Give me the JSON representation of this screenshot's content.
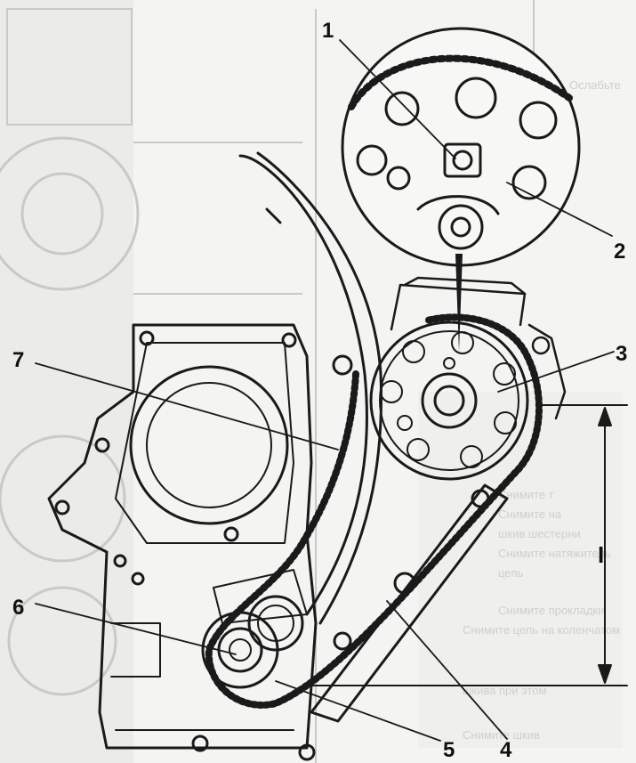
{
  "callouts": [
    {
      "id": "1",
      "text": "1"
    },
    {
      "id": "2",
      "text": "2"
    },
    {
      "id": "3",
      "text": "3"
    },
    {
      "id": "4",
      "text": "4"
    },
    {
      "id": "5",
      "text": "5"
    },
    {
      "id": "6",
      "text": "6"
    },
    {
      "id": "7",
      "text": "7"
    }
  ],
  "dimension": {
    "text": "I"
  },
  "background_text": [
    "Ослабьте",
    "Снимите т",
    "Снимите на",
    "шкив шестерни",
    "Снимите натяжитель",
    "цепь",
    "Снимите прокладки",
    "Снимите цепь на коленчатом",
    "шкива при этом",
    "Снимите шкив"
  ],
  "colors": {
    "ink": "#1a1a1a",
    "paper": "#f4f4f2",
    "faint": "#c9c9c6"
  }
}
